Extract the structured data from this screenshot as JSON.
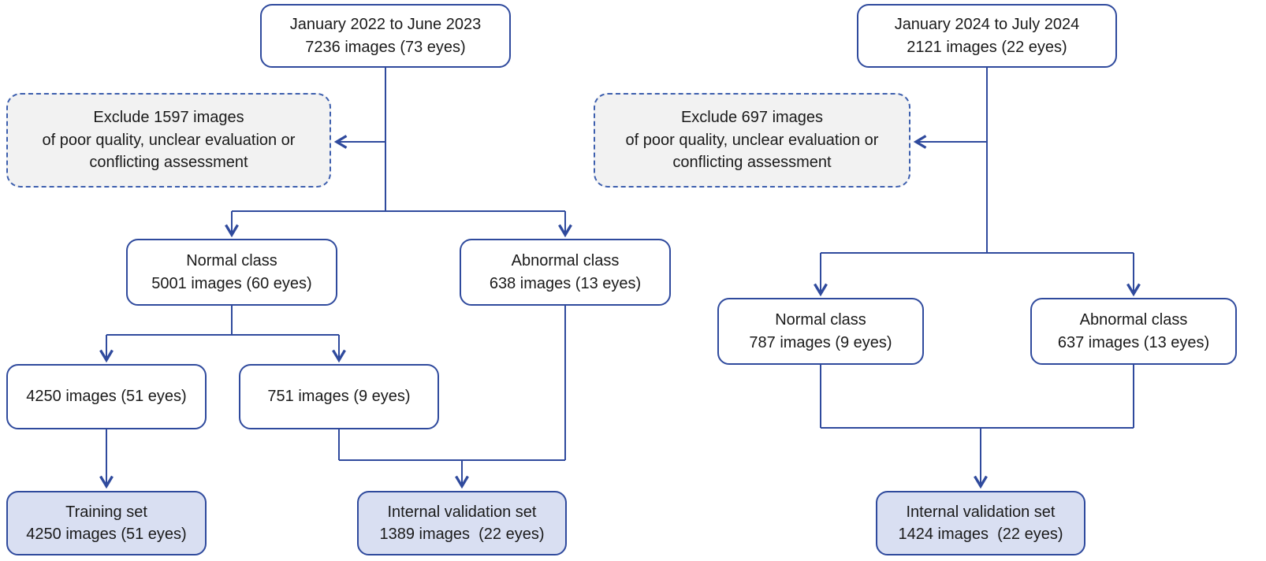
{
  "figure": {
    "type": "flowchart",
    "colors": {
      "line_and_border": "#2f4a9d",
      "exclude_border": "#3d5fae",
      "exclude_fill": "#f2f2f2",
      "result_set_fill": "#d9dff2",
      "node_fill": "#ffffff",
      "text": "#1a1a1a",
      "background": "#ffffff"
    },
    "left": {
      "source": {
        "line1": "January 2022 to June 2023",
        "line2": "7236 images (73 eyes)"
      },
      "exclude": {
        "line1": "Exclude 1597 images",
        "line2": "of poor quality, unclear evaluation or",
        "line3": "conflicting assessment"
      },
      "normal_class": {
        "line1": "Normal class",
        "line2": "5001 images (60 eyes)"
      },
      "abnormal_class": {
        "line1": "Abnormal class",
        "line2": "638 images (13 eyes)"
      },
      "training_split": {
        "line1": "4250 images (51 eyes)"
      },
      "validation_split": {
        "line1": "751 images (9 eyes)"
      },
      "training_set": {
        "line1": "Training set",
        "line2": "4250 images (51 eyes)"
      },
      "internal_validation_set": {
        "line1": "Internal validation set",
        "line2": "1389 images  (22 eyes)"
      }
    },
    "right": {
      "source": {
        "line1": "January 2024 to July 2024",
        "line2": "2121 images (22 eyes)"
      },
      "exclude": {
        "line1": "Exclude 697 images",
        "line2": "of poor quality, unclear evaluation or",
        "line3": "conflicting assessment"
      },
      "normal_class": {
        "line1": "Normal class",
        "line2": "787 images (9 eyes)"
      },
      "abnormal_class": {
        "line1": "Abnormal class",
        "line2": "637 images (13 eyes)"
      },
      "internal_validation_set": {
        "line1": "Internal validation set",
        "line2": "1424 images  (22 eyes)"
      }
    }
  }
}
